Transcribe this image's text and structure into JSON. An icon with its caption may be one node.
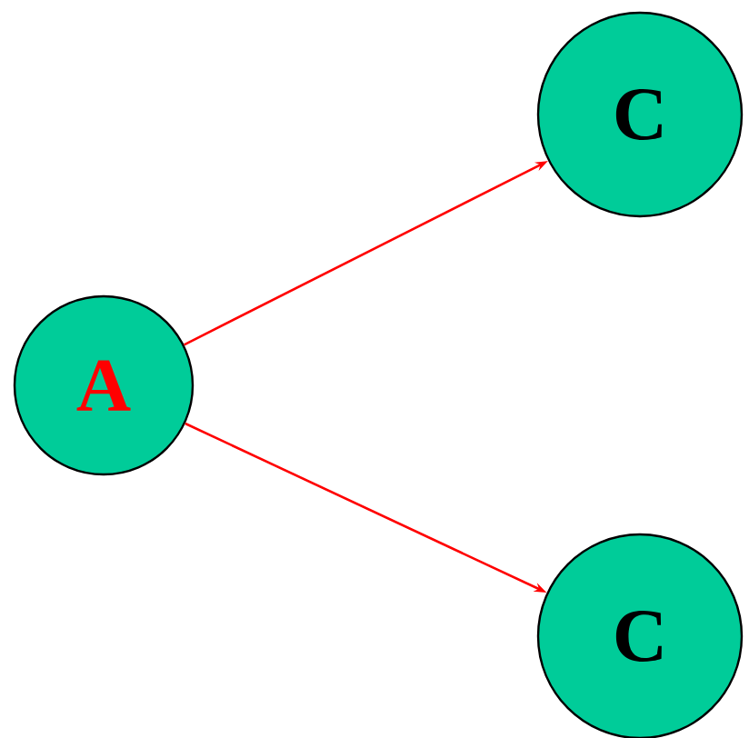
{
  "diagram": {
    "nodes": [
      {
        "text": [
          "A"
        ]
      },
      {
        "text": [
          "C"
        ]
      },
      {
        "text": [
          "C"
        ]
      }
    ],
    "edges": [
      {
        "from": 0,
        "to": 1,
        "arrow": "to"
      },
      {
        "from": 0,
        "to": 2,
        "arrow": "to"
      }
    ]
  }
}
